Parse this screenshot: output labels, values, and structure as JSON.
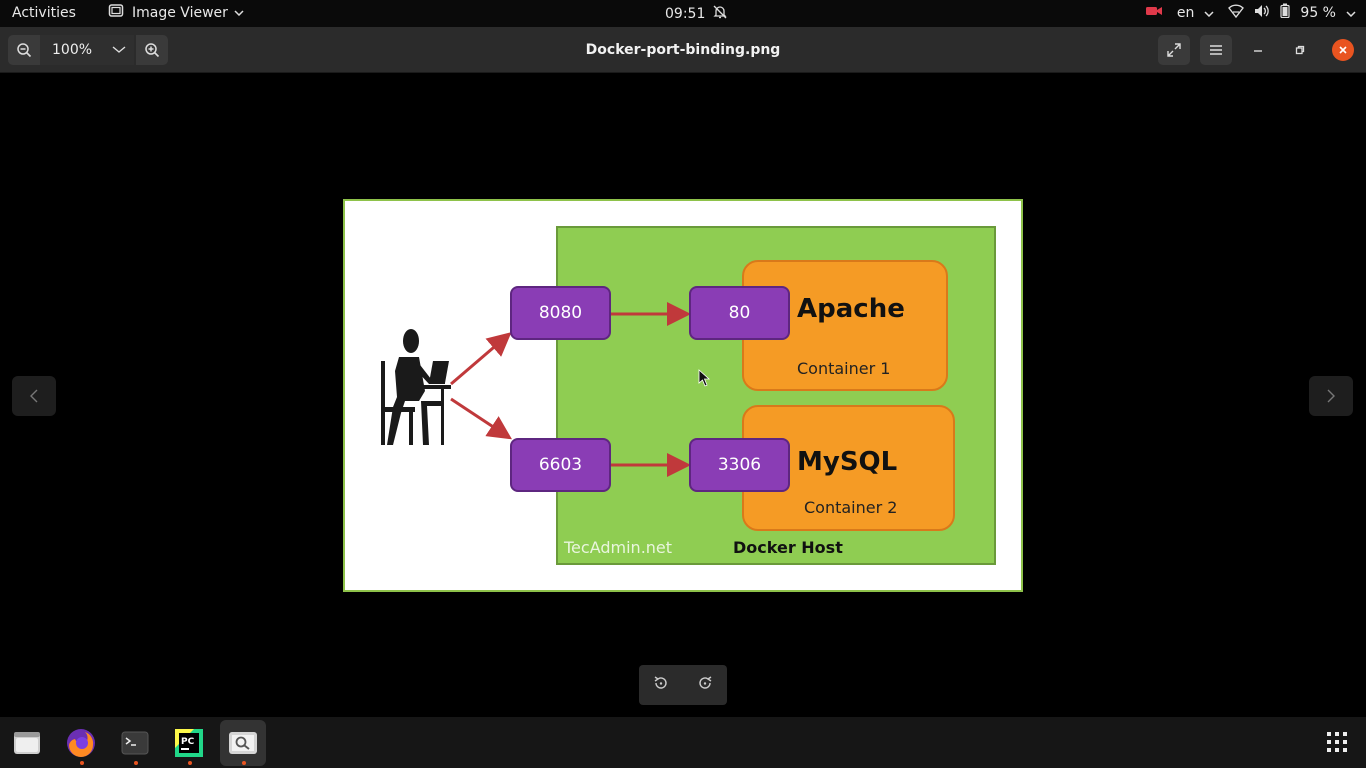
{
  "topbar": {
    "activities": "Activities",
    "app_menu": "Image Viewer",
    "clock": "09:51",
    "language": "en",
    "battery": "95 %"
  },
  "headerbar": {
    "zoom_level": "100%",
    "title": "Docker-port-binding.png"
  },
  "image": {
    "host_ports": [
      "8080",
      "6603"
    ],
    "container_ports": [
      "80",
      "3306"
    ],
    "containers": [
      {
        "name": "Apache",
        "label": "Container 1"
      },
      {
        "name": "MySQL",
        "label": "Container 2"
      }
    ],
    "watermark": "TecAdmin.net",
    "host_label": "Docker Host"
  },
  "colors": {
    "accent": "#e95420",
    "docker_host": "#8fcd52",
    "container": "#f59b25",
    "port": "#8a3db5",
    "arrow": "#c0393b"
  },
  "dock": {
    "apps": [
      "files-icon",
      "firefox-icon",
      "terminal-icon",
      "pycharm-icon",
      "image-viewer-icon"
    ]
  }
}
